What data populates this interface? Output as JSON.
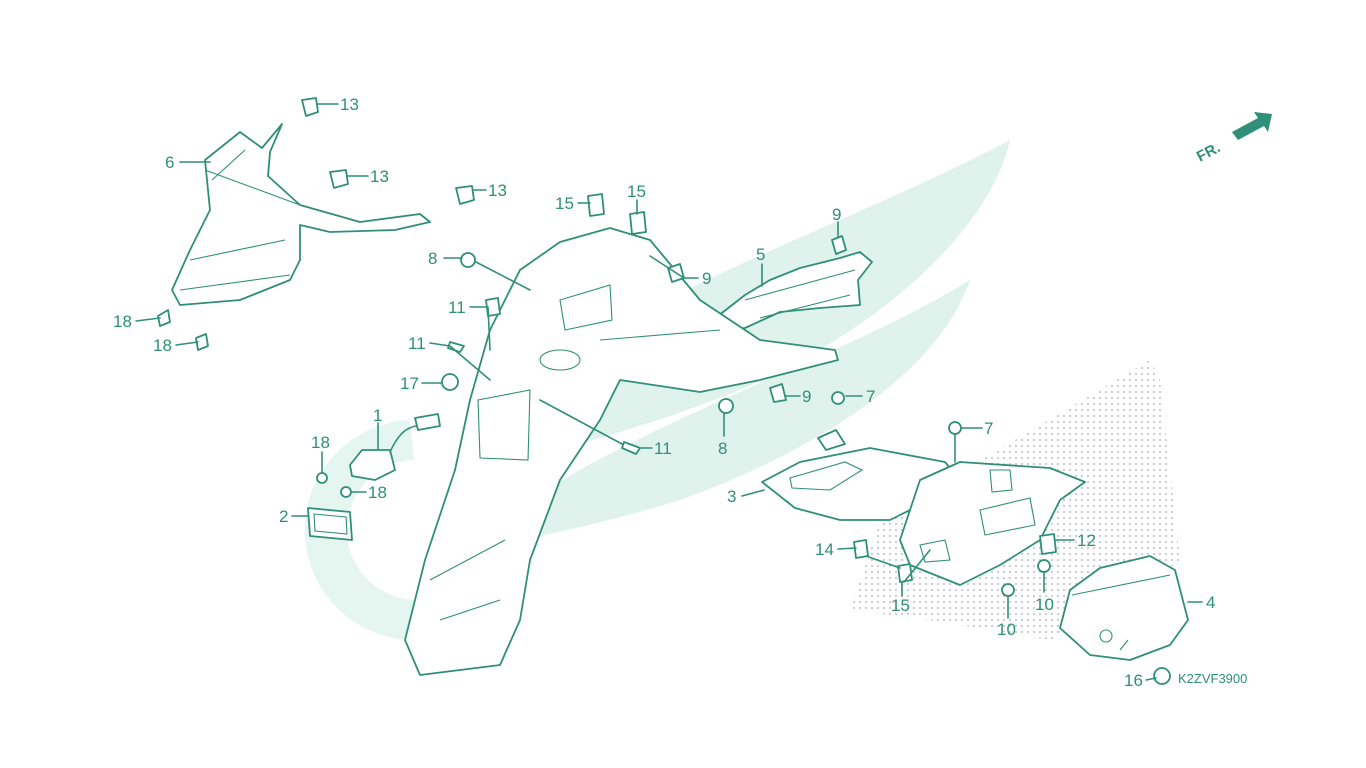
{
  "diagram": {
    "code": "K2ZVF3900",
    "direction": "FR.",
    "colors": {
      "line": "#2f8f78",
      "watermark": "#dff3ec",
      "dots": "#b9bec0"
    },
    "callouts": [
      {
        "id": "c13a",
        "text": "13"
      },
      {
        "id": "c6",
        "text": "6"
      },
      {
        "id": "c13b",
        "text": "13"
      },
      {
        "id": "c13c",
        "text": "13"
      },
      {
        "id": "c18a",
        "text": "18"
      },
      {
        "id": "c18b",
        "text": "18"
      },
      {
        "id": "c15a",
        "text": "15"
      },
      {
        "id": "c15b",
        "text": "15"
      },
      {
        "id": "c9a",
        "text": "9"
      },
      {
        "id": "c8a",
        "text": "8"
      },
      {
        "id": "c9b",
        "text": "9"
      },
      {
        "id": "c5",
        "text": "5"
      },
      {
        "id": "c11a",
        "text": "11"
      },
      {
        "id": "c11b",
        "text": "11"
      },
      {
        "id": "c17",
        "text": "17"
      },
      {
        "id": "c9c",
        "text": "9"
      },
      {
        "id": "c7a",
        "text": "7"
      },
      {
        "id": "c1",
        "text": "1"
      },
      {
        "id": "c8b",
        "text": "8"
      },
      {
        "id": "c7b",
        "text": "7"
      },
      {
        "id": "c11c",
        "text": "11"
      },
      {
        "id": "c18c",
        "text": "18"
      },
      {
        "id": "c18d",
        "text": "18"
      },
      {
        "id": "c3",
        "text": "3"
      },
      {
        "id": "c2",
        "text": "2"
      },
      {
        "id": "c14",
        "text": "14"
      },
      {
        "id": "c12",
        "text": "12"
      },
      {
        "id": "c15c",
        "text": "15"
      },
      {
        "id": "c10a",
        "text": "10"
      },
      {
        "id": "c10b",
        "text": "10"
      },
      {
        "id": "c4",
        "text": "4"
      },
      {
        "id": "c16",
        "text": "16"
      }
    ]
  }
}
